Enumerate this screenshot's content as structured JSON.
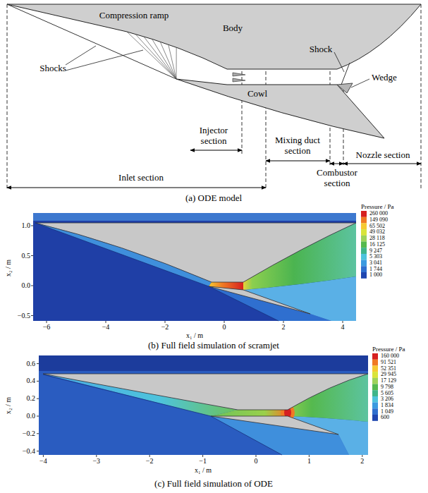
{
  "diagram": {
    "labels": [
      "Compression ramp",
      "Body",
      "Shock",
      "Shocks",
      "Wedge",
      "Cowl",
      "Injector section",
      "Mixing duct section",
      "Combustor section",
      "Nozzle section",
      "Inlet section",
      "(a) ODE model",
      "Pressure / Pa",
      "260 000",
      "149 090",
      "65 502",
      "49 032",
      "28 118",
      "16 125",
      "9 247",
      "5 303",
      "3 041",
      "1 744",
      "1 000",
      "1.0",
      "0.5",
      "0.0",
      "−0.5",
      "x₂ / m",
      "−6",
      "−4",
      "−2",
      "0",
      "2",
      "4",
      "x₁ / m",
      "(b) Full field simulation of scramjet",
      "Pressure / Pa",
      "160 000",
      "91 521",
      "52 351",
      "29 945",
      "17 129",
      "9 798",
      "5 605",
      "3 206",
      "1 834",
      "1 049",
      "600",
      "0.6",
      "0.4",
      "0.2",
      "0.0",
      "−0.2",
      "−0.4",
      "x₂ / m",
      "−4",
      "−3",
      "−2",
      "−1",
      "0",
      "1",
      "2",
      "x₁ / m",
      "(c) Full field simulation of ODE"
    ]
  }
}
